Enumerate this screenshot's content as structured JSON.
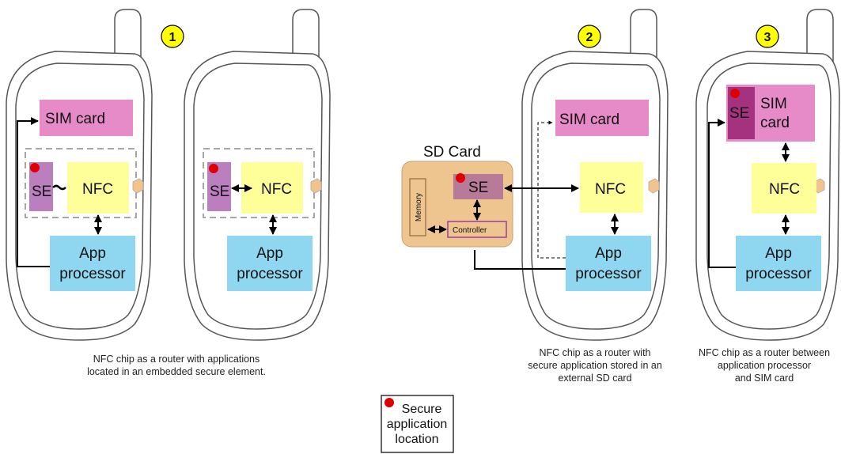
{
  "badges": [
    "1",
    "2",
    "3"
  ],
  "phones": [
    {
      "sim": "SIM card",
      "se": "SE",
      "nfc": "NFC",
      "app": [
        "App",
        "processor"
      ]
    },
    {
      "se": "SE",
      "nfc": "NFC",
      "app": [
        "App",
        "processor"
      ]
    },
    {
      "sim": "SIM card",
      "nfc": "NFC",
      "app": [
        "App",
        "processor"
      ]
    },
    {
      "sim": [
        "SIM",
        "card"
      ],
      "se": "SE",
      "nfc": "NFC",
      "app": [
        "App",
        "processor"
      ]
    }
  ],
  "sd_card": {
    "title": "SD Card",
    "memory": "Memory",
    "se": "SE",
    "controller": "Controller"
  },
  "captions": [
    [
      "NFC chip as a router with applications",
      "located in an embedded secure element."
    ],
    [
      "NFC chip as a router with",
      "secure application stored in an",
      "external SD card"
    ],
    [
      "NFC chip as a router between",
      "application processor",
      "and SIM card"
    ]
  ],
  "legend": [
    "Secure",
    "application",
    "location"
  ],
  "colors": {
    "sim": "#e68ac8",
    "se": "#bb7fbf",
    "se_sd": "#b77a98",
    "nfc": "#ffff99",
    "app": "#8fd7f0",
    "sd": "#efc58f",
    "dot": "#e00000",
    "badge": "#ffff00"
  }
}
